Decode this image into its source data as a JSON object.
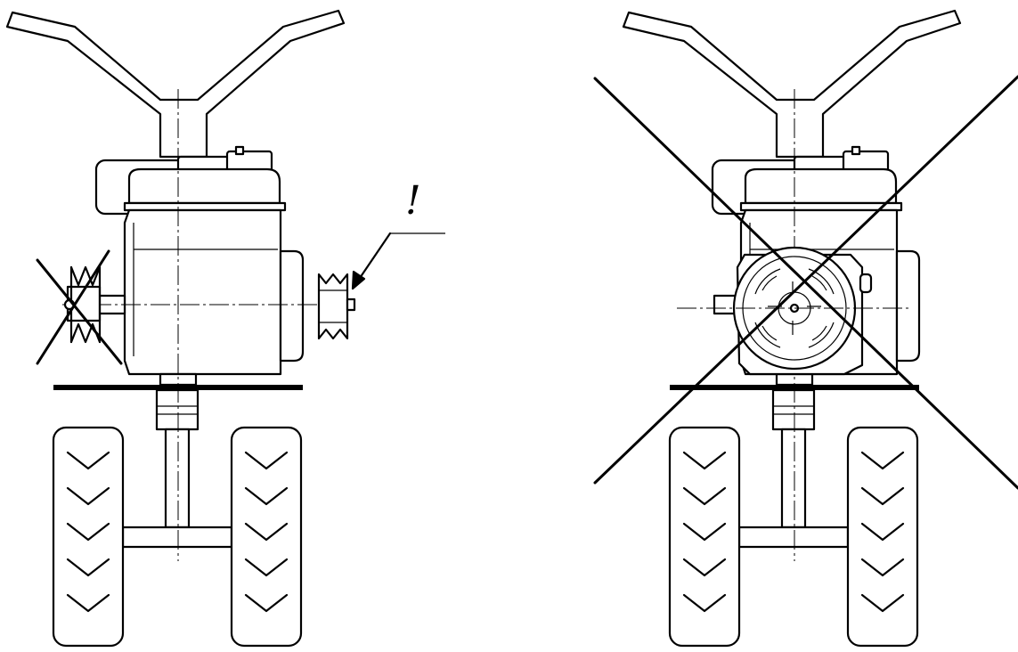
{
  "figure": {
    "background": "#ffffff",
    "ink": "#000000",
    "panels": [
      {
        "id": "correct",
        "pulley_side": "right",
        "crossed_out_parts": [
          "left-pulley"
        ]
      },
      {
        "id": "incorrect",
        "pulley_side": "none",
        "crossed_out_parts": [
          "whole-assembly"
        ]
      }
    ],
    "warning_mark": "!"
  }
}
